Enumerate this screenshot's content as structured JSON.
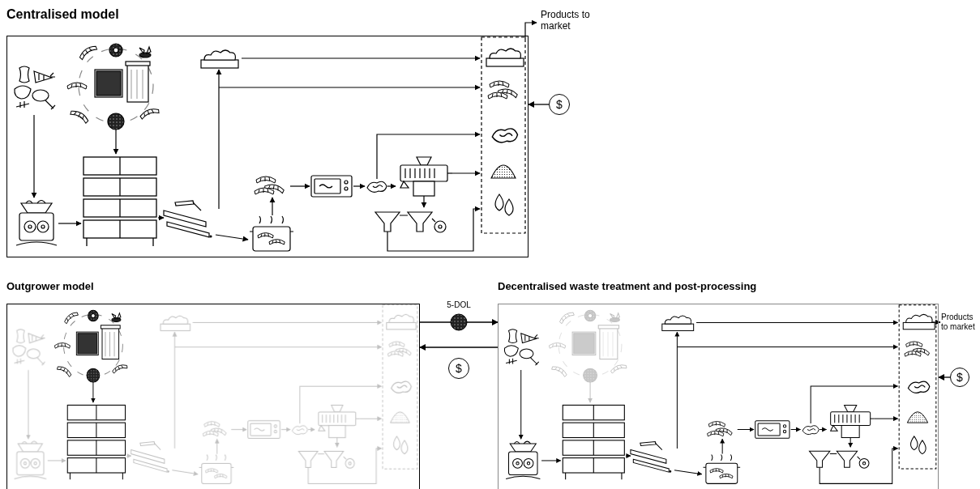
{
  "diagram": {
    "nodes": [
      {
        "text": [
          "Centralised model"
        ]
      },
      {
        "text": [
          "$"
        ]
      },
      {
        "text": [
          "Outgrower model"
        ]
      },
      {
        "text": [
          "$"
        ]
      },
      {
        "text": [
          "Decentralised waste treatment and post-processing"
        ]
      },
      {
        "text": [
          "$"
        ]
      }
    ],
    "edges": [
      {
        "from": 1,
        "to": 0,
        "arrow": "to"
      },
      {
        "from": 2,
        "to": 4,
        "arrow": "to",
        "label": "5-DOL"
      },
      {
        "from": 4,
        "to": 2,
        "arrow": "to"
      },
      {
        "from": 5,
        "to": 4,
        "arrow": "to"
      }
    ],
    "labels": [
      "Products to market",
      "Products to market"
    ]
  }
}
